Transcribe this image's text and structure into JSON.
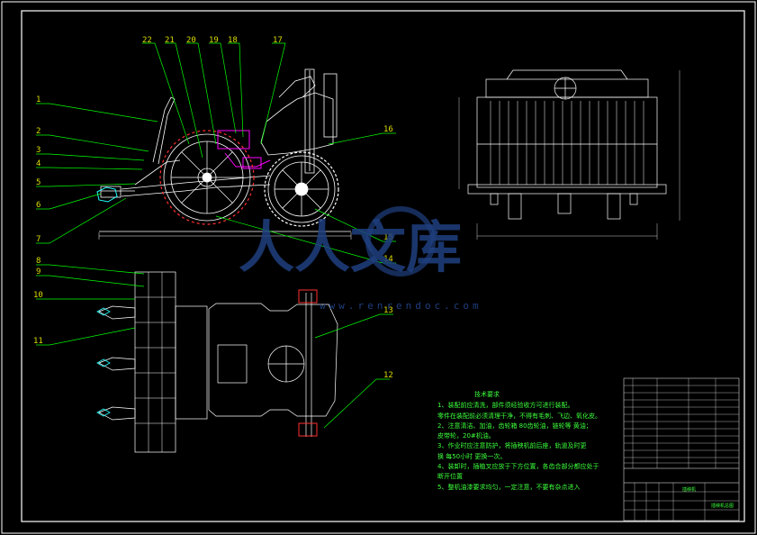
{
  "drawing": {
    "callouts": [
      "22",
      "21",
      "20",
      "19",
      "18",
      "17",
      "16",
      "15",
      "14",
      "1",
      "2",
      "3",
      "4",
      "5",
      "6",
      "7",
      "8",
      "9",
      "10",
      "11",
      "12",
      "13"
    ],
    "technical_notes": {
      "title": "技术要求",
      "lines": [
        "1、装配前应清洗，部件须经验收方可进行装配。",
        "零件在装配前必须清理干净，不得有毛刺、飞边、氧化皮。",
        "2、注意清洁、加油，齿轮箱 80齿轮油，链轮等 黄油；",
        "皮带轮，20#机油。",
        "3、作业时应注意防护，将插秧机前后座，轨道及时更",
        "换 每50小时 更换一次。",
        "4、装卸时，插植叉应放于下方位置，各齿合部分都应处于",
        "断开位置",
        "5、整机油漆要求均匀，一定注意，不要有杂点进入"
      ]
    },
    "watermark": {
      "text": "人人文库",
      "url": "www.renrendoc.com"
    },
    "title_block": {
      "drawing_name": "插秧机总图",
      "material_label": "插秧机"
    }
  },
  "colors": {
    "background": "#000000",
    "frame": "#ffffff",
    "leader": "#00ff00",
    "callout_text": "#dcdc00",
    "magenta_part": "#ff00ff",
    "red_part": "#ff3030",
    "watermark": "#1f3f7f"
  }
}
